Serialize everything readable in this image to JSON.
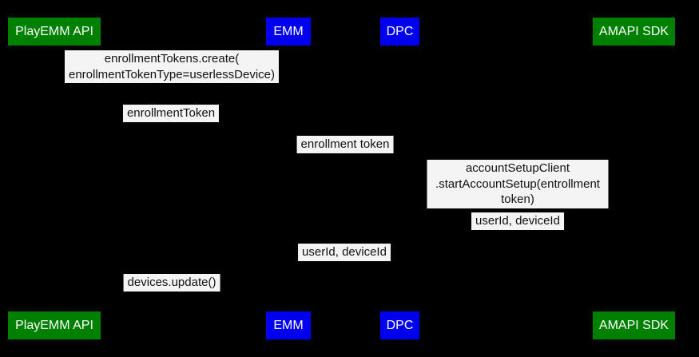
{
  "diagram": {
    "type": "sequence-diagram",
    "background_color": "#000000",
    "label_box_color": "#f4f4f4",
    "label_text_color": "#111111",
    "actor_colors": {
      "green": "#008000",
      "blue": "#0000ee"
    },
    "actors": [
      {
        "id": "playemm-api",
        "label": "PlayEMM API",
        "color": "green"
      },
      {
        "id": "emm",
        "label": "EMM",
        "color": "blue"
      },
      {
        "id": "dpc",
        "label": "DPC",
        "color": "blue"
      },
      {
        "id": "amapi-sdk",
        "label": "AMAPI SDK",
        "color": "green"
      }
    ],
    "messages": [
      {
        "from": "EMM",
        "to": "PlayEMM API",
        "label": "enrollmentTokens.create(\nenrollmentTokenType=userlessDevice)"
      },
      {
        "from": "PlayEMM API",
        "to": "EMM",
        "label": "enrollmentToken"
      },
      {
        "from": "EMM",
        "to": "DPC",
        "label": "enrollment token"
      },
      {
        "from": "DPC",
        "to": "AMAPI SDK",
        "label": "accountSetupClient\n.startAccountSetup(entrollment token)"
      },
      {
        "from": "AMAPI SDK",
        "to": "DPC",
        "label": "userId, deviceId"
      },
      {
        "from": "DPC",
        "to": "EMM",
        "label": "userId, deviceId"
      },
      {
        "from": "EMM",
        "to": "PlayEMM API",
        "label": "devices.update()"
      }
    ]
  }
}
